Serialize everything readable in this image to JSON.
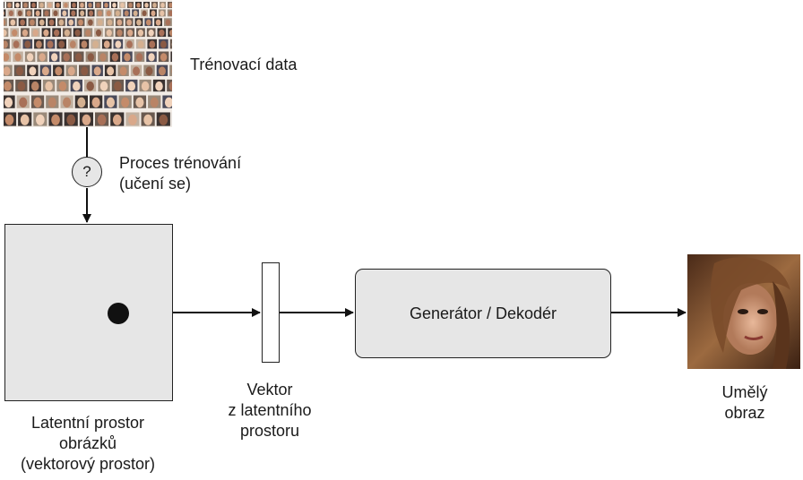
{
  "training_data_label": "Trénovací data",
  "training_process_label": [
    "Proces trénování",
    "(učení se)"
  ],
  "question_mark": "?",
  "latent_space_label": [
    "Latentní prostor",
    "obrázků",
    "(vektorový prostor)"
  ],
  "vector_label": [
    "Vektor",
    "z latentního",
    "prostoru"
  ],
  "generator_label": "Generátor / Dekodér",
  "output_label": [
    "Umělý",
    "obraz"
  ],
  "colors": {
    "box_fill": "#e6e6e6",
    "stroke": "#222222",
    "dot": "#111111"
  }
}
